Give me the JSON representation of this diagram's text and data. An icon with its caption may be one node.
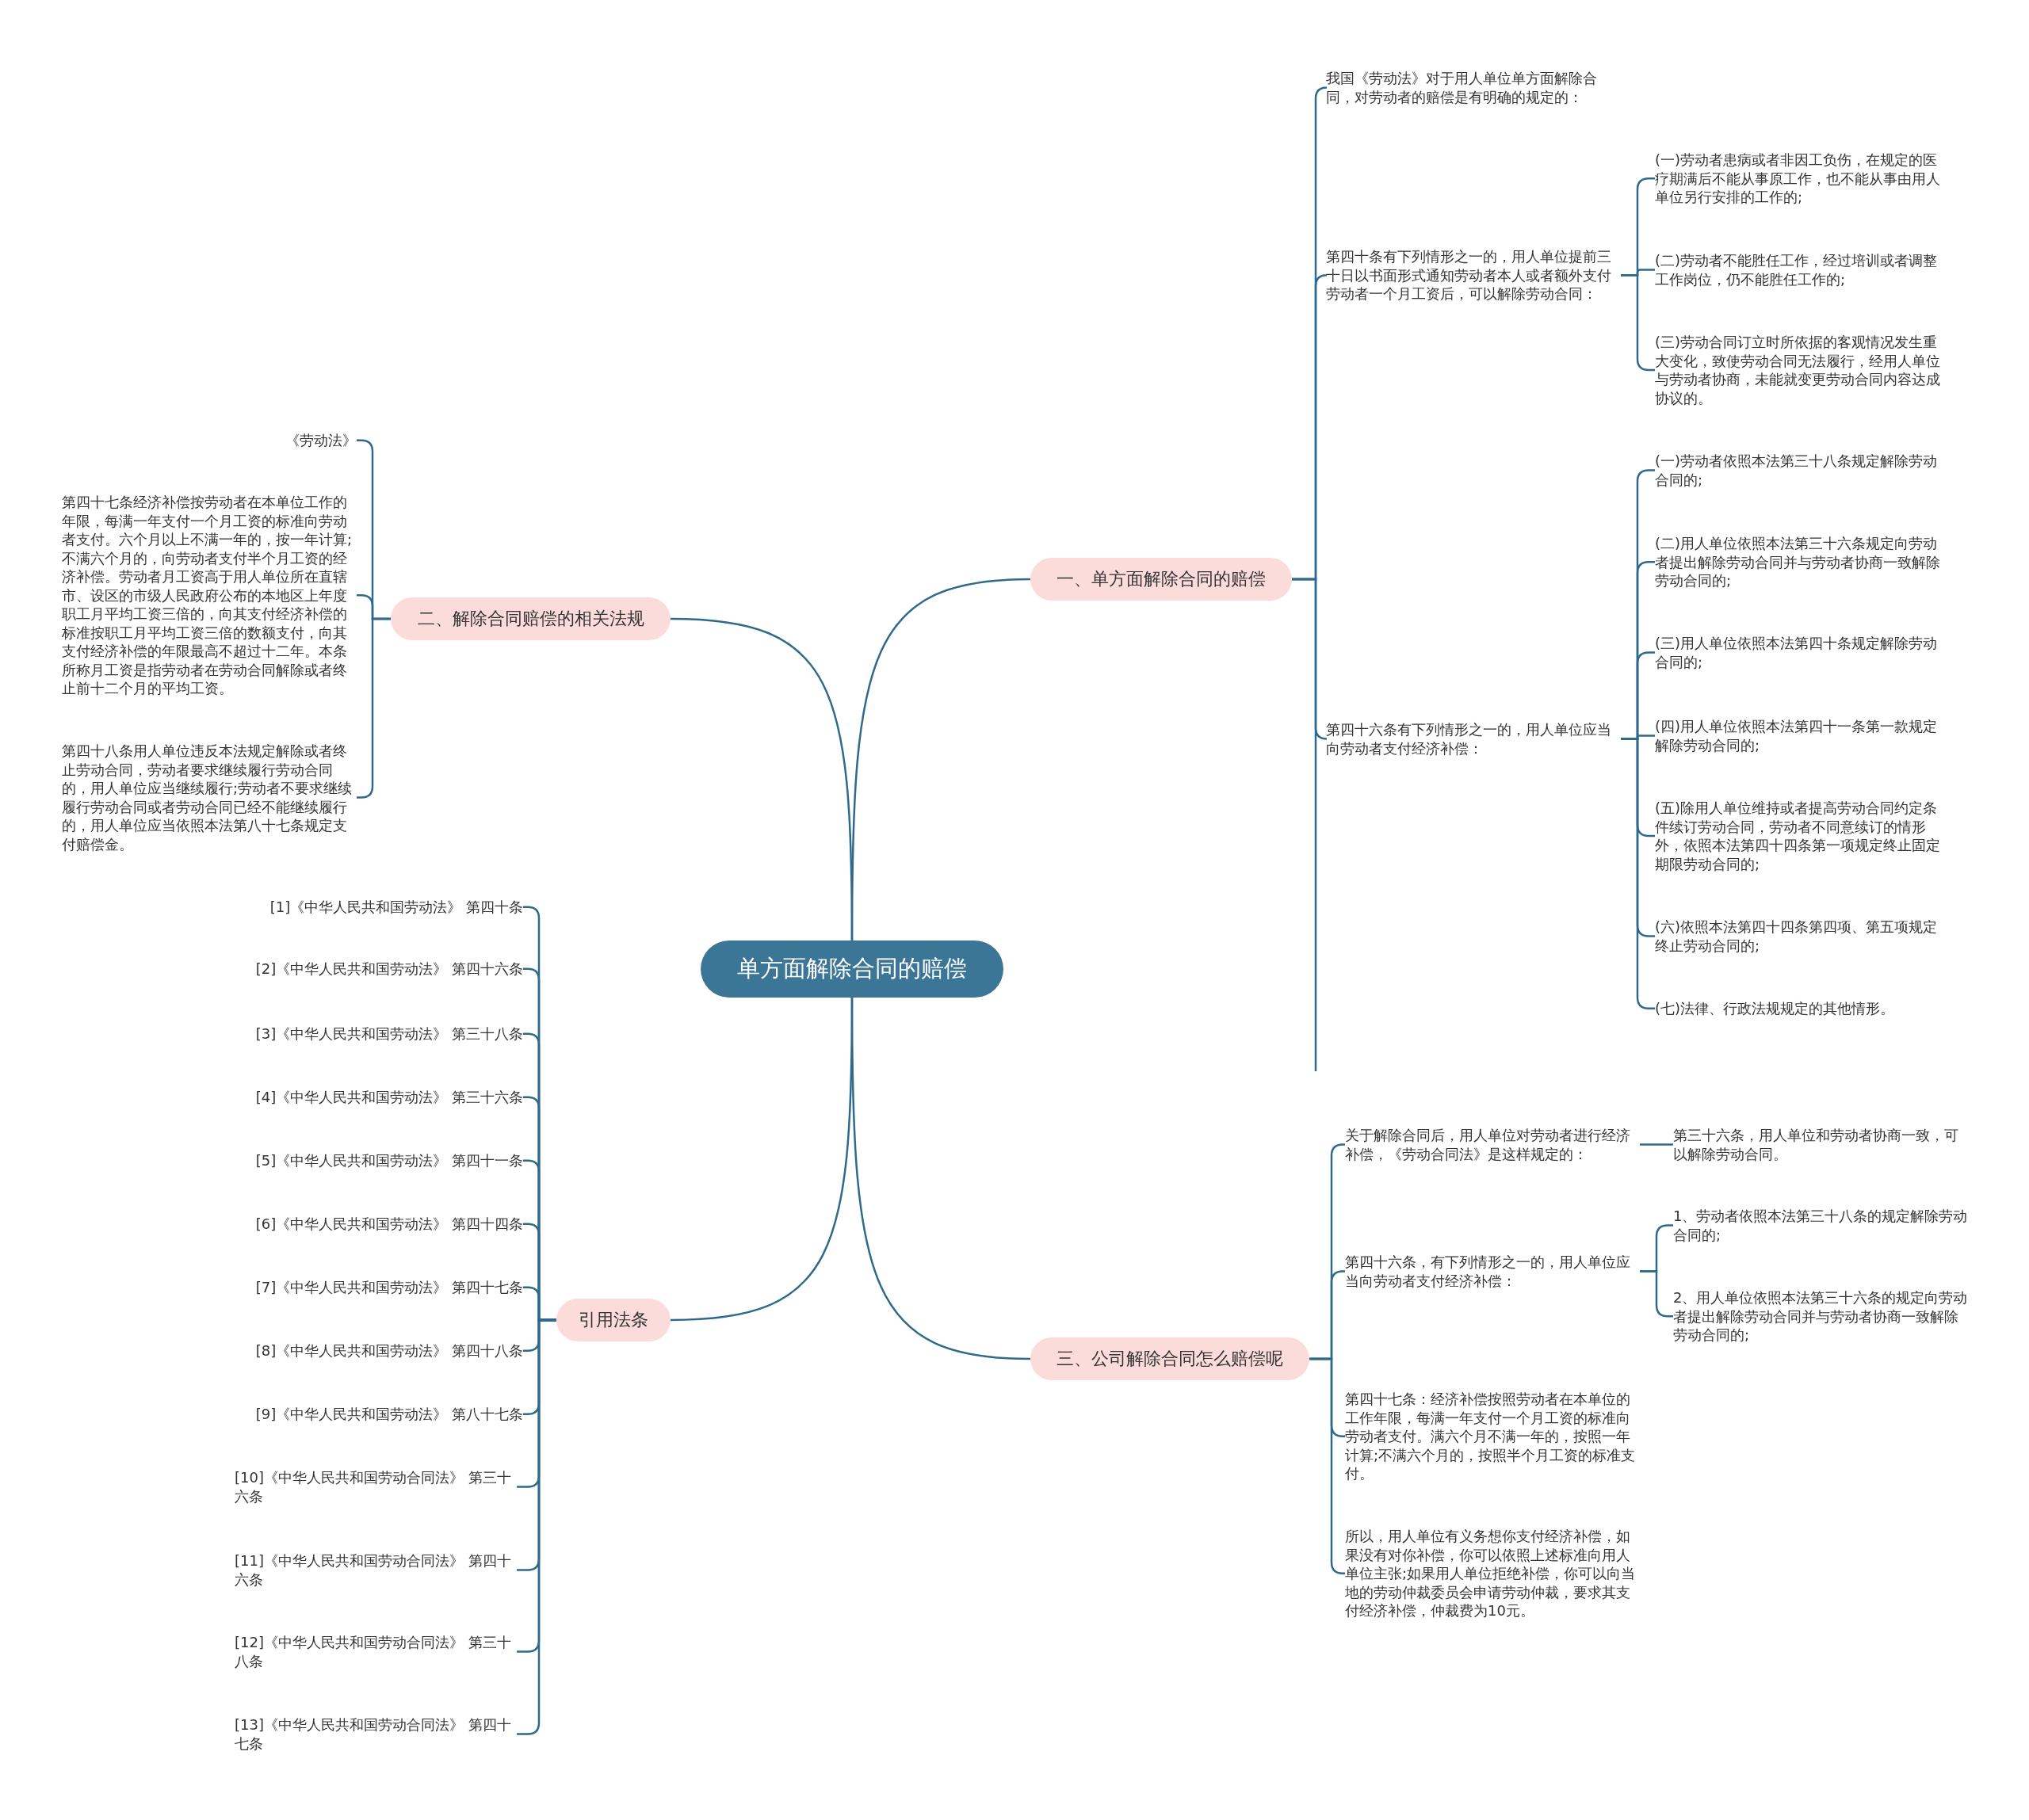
{
  "diagram": {
    "nodes": [
      {
        "text": [
          "单方面解除合同的赔偿"
        ]
      },
      {
        "text": [
          "一、单方面解除合同的赔偿"
        ]
      },
      {
        "text": [
          "我国《劳动法》对于用人单位单方面解除合同，对劳动者的赔偿是有明确的规定的："
        ]
      },
      {
        "text": [
          "第四十条有下列情形之一的，用人单位提前三十日以书面形式通知劳动者本人或者额外支付劳动者一个月工资后，可以解除劳动合同："
        ]
      },
      {
        "text": [
          "(一)劳动者患病或者非因工负伤，在规定的医疗期满后不能从事原工作，也不能从事由用人单位另行安排的工作的;"
        ]
      },
      {
        "text": [
          "(二)劳动者不能胜任工作，经过培训或者调整工作岗位，仍不能胜任工作的;"
        ]
      },
      {
        "text": [
          "(三)劳动合同订立时所依据的客观情况发生重大变化，致使劳动合同无法履行，经用人单位与劳动者协商，未能就变更劳动合同内容达成协议的。"
        ]
      },
      {
        "text": [
          "第四十六条有下列情形之一的，用人单位应当向劳动者支付经济补偿："
        ]
      },
      {
        "text": [
          "(一)劳动者依照本法第三十八条规定解除劳动合同的;"
        ]
      },
      {
        "text": [
          "(二)用人单位依照本法第三十六条规定向劳动者提出解除劳动合同并与劳动者协商一致解除劳动合同的;"
        ]
      },
      {
        "text": [
          "(三)用人单位依照本法第四十条规定解除劳动合同的;"
        ]
      },
      {
        "text": [
          "(四)用人单位依照本法第四十一条第一款规定解除劳动合同的;"
        ]
      },
      {
        "text": [
          "(五)除用人单位维持或者提高劳动合同约定条件续订劳动合同，劳动者不同意续订的情形外，依照本法第四十四条第一项规定终止固定期限劳动合同的;"
        ]
      },
      {
        "text": [
          "(六)依照本法第四十四条第四项、第五项规定终止劳动合同的;"
        ]
      },
      {
        "text": [
          "(七)法律、行政法规规定的其他情形。"
        ]
      },
      {
        "text": [
          "三、公司解除合同怎么赔偿呢"
        ]
      },
      {
        "text": [
          "关于解除合同后，用人单位对劳动者进行经济补偿，《劳动合同法》是这样规定的："
        ]
      },
      {
        "text": [
          "第三十六条，用人单位和劳动者协商一致，可以解除劳动合同。"
        ]
      },
      {
        "text": [
          "第四十六条，有下列情形之一的，用人单位应当向劳动者支付经济补偿："
        ]
      },
      {
        "text": [
          "1、劳动者依照本法第三十八条的规定解除劳动合同的;"
        ]
      },
      {
        "text": [
          "2、用人单位依照本法第三十六条的规定向劳动者提出解除劳动合同并与劳动者协商一致解除劳动合同的;"
        ]
      },
      {
        "text": [
          "第四十七条：经济补偿按照劳动者在本单位的工作年限，每满一年支付一个月工资的标准向劳动者支付。满六个月不满一年的，按照一年计算;不满六个月的，按照半个月工资的标准支付。"
        ]
      },
      {
        "text": [
          "所以，用人单位有义务想你支付经济补偿，如果没有对你补偿，你可以依照上述标准向用人单位主张;如果用人单位拒绝补偿，你可以向当地的劳动仲裁委员会申请劳动仲裁，要求其支付经济补偿，仲裁费为10元。"
        ]
      },
      {
        "text": [
          "二、解除合同赔偿的相关法规"
        ]
      },
      {
        "text": [
          "《劳动法》"
        ]
      },
      {
        "text": [
          "第四十七条经济补偿按劳动者在本单位工作的年限，每满一年支付一个月工资的标准向劳动者支付。六个月以上不满一年的，按一年计算;不满六个月的，向劳动者支付半个月工资的经济补偿。劳动者月工资高于用人单位所在直辖市、设区的市级人民政府公布的本地区上年度职工月平均工资三倍的，向其支付经济补偿的标准按职工月平均工资三倍的数额支付，向其支付经济补偿的年限最高不超过十二年。本条所称月工资是指劳动者在劳动合同解除或者终止前十二个月的平均工资。"
        ]
      },
      {
        "text": [
          "第四十八条用人单位违反本法规定解除或者终止劳动合同，劳动者要求继续履行劳动合同的，用人单位应当继续履行;劳动者不要求继续履行劳动合同或者劳动合同已经不能继续履行的，用人单位应当依照本法第八十七条规定支付赔偿金。"
        ]
      },
      {
        "text": [
          "引用法条"
        ]
      },
      {
        "text": [
          "[1]《中华人民共和国劳动法》 第四十条"
        ]
      },
      {
        "text": [
          "[2]《中华人民共和国劳动法》 第四十六条"
        ]
      },
      {
        "text": [
          "[3]《中华人民共和国劳动法》 第三十八条"
        ]
      },
      {
        "text": [
          "[4]《中华人民共和国劳动法》 第三十六条"
        ]
      },
      {
        "text": [
          "[5]《中华人民共和国劳动法》 第四十一条"
        ]
      },
      {
        "text": [
          "[6]《中华人民共和国劳动法》 第四十四条"
        ]
      },
      {
        "text": [
          "[7]《中华人民共和国劳动法》 第四十七条"
        ]
      },
      {
        "text": [
          "[8]《中华人民共和国劳动法》 第四十八条"
        ]
      },
      {
        "text": [
          "[9]《中华人民共和国劳动法》 第八十七条"
        ]
      },
      {
        "text": [
          "[10]《中华人民共和国劳动合同法》 第三十六条"
        ]
      },
      {
        "text": [
          "[11]《中华人民共和国劳动合同法》 第四十六条"
        ]
      },
      {
        "text": [
          "[12]《中华人民共和国劳动合同法》 第三十八条"
        ]
      },
      {
        "text": [
          "[13]《中华人民共和国劳动合同法》 第四十七条"
        ]
      }
    ],
    "edges": [
      {
        "from": 0,
        "to": 1,
        "arrow": "none"
      },
      {
        "from": 0,
        "to": 15,
        "arrow": "none"
      },
      {
        "from": 0,
        "to": 23,
        "arrow": "none"
      },
      {
        "from": 0,
        "to": 27,
        "arrow": "none"
      },
      {
        "from": 1,
        "to": 2,
        "arrow": "none"
      },
      {
        "from": 1,
        "to": 3,
        "arrow": "none"
      },
      {
        "from": 1,
        "to": 7,
        "arrow": "none"
      },
      {
        "from": 1,
        "to": null,
        "arrow": "none"
      },
      {
        "from": 3,
        "to": 4,
        "arrow": "none"
      },
      {
        "from": 3,
        "to": 5,
        "arrow": "none"
      },
      {
        "from": 3,
        "to": 6,
        "arrow": "none"
      },
      {
        "from": 7,
        "to": 8,
        "arrow": "none"
      },
      {
        "from": 7,
        "to": 9,
        "arrow": "none"
      },
      {
        "from": 7,
        "to": 10,
        "arrow": "none"
      },
      {
        "from": 7,
        "to": 11,
        "arrow": "none"
      },
      {
        "from": 7,
        "to": 12,
        "arrow": "none"
      },
      {
        "from": 7,
        "to": 13,
        "arrow": "none"
      },
      {
        "from": 7,
        "to": 14,
        "arrow": "none"
      },
      {
        "from": 15,
        "to": 16,
        "arrow": "none"
      },
      {
        "from": 15,
        "to": 18,
        "arrow": "none"
      },
      {
        "from": 15,
        "to": 21,
        "arrow": "none"
      },
      {
        "from": 15,
        "to": 22,
        "arrow": "none"
      },
      {
        "from": 16,
        "to": 17,
        "arrow": "none"
      },
      {
        "from": 18,
        "to": 19,
        "arrow": "none"
      },
      {
        "from": 18,
        "to": 20,
        "arrow": "none"
      },
      {
        "from": 23,
        "to": 24,
        "arrow": "none"
      },
      {
        "from": 23,
        "to": 25,
        "arrow": "none"
      },
      {
        "from": 23,
        "to": 26,
        "arrow": "none"
      },
      {
        "from": 27,
        "to": 28,
        "arrow": "none"
      },
      {
        "from": 27,
        "to": 29,
        "arrow": "none"
      },
      {
        "from": 27,
        "to": 30,
        "arrow": "none"
      },
      {
        "from": 27,
        "to": 31,
        "arrow": "none"
      },
      {
        "from": 27,
        "to": 32,
        "arrow": "none"
      },
      {
        "from": 27,
        "to": 33,
        "arrow": "none"
      },
      {
        "from": 27,
        "to": 34,
        "arrow": "none"
      },
      {
        "from": 27,
        "to": 35,
        "arrow": "none"
      },
      {
        "from": 27,
        "to": 36,
        "arrow": "none"
      },
      {
        "from": 27,
        "to": 37,
        "arrow": "none"
      },
      {
        "from": 27,
        "to": 38,
        "arrow": "none"
      },
      {
        "from": 27,
        "to": 39,
        "arrow": "none"
      },
      {
        "from": 27,
        "to": 40,
        "arrow": "none"
      }
    ]
  }
}
